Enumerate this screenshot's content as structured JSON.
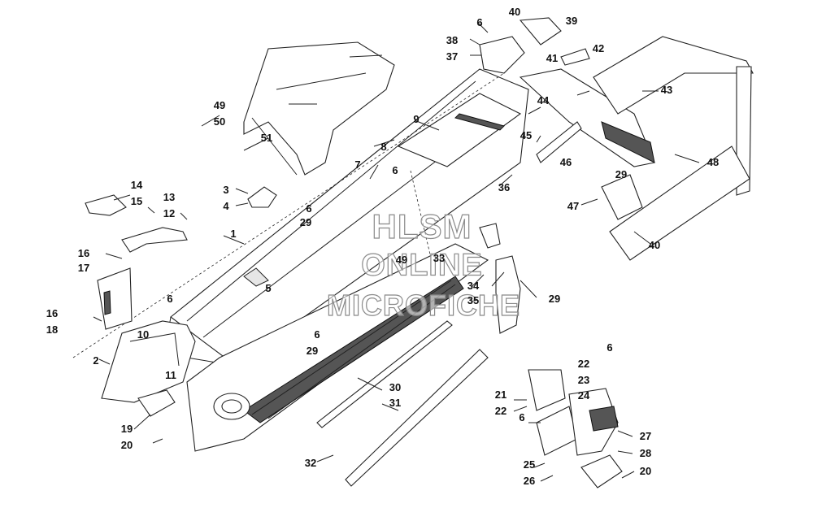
{
  "diagram": {
    "callouts": [
      "1",
      "2",
      "3",
      "4",
      "5",
      "6",
      "6",
      "6",
      "6",
      "6",
      "6",
      "6",
      "7",
      "8",
      "9",
      "10",
      "11",
      "12",
      "13",
      "14",
      "15",
      "16",
      "16",
      "17",
      "18",
      "19",
      "20",
      "20",
      "21",
      "22",
      "22",
      "23",
      "24",
      "25",
      "26",
      "27",
      "28",
      "29",
      "29",
      "29",
      "29",
      "30",
      "31",
      "32",
      "33",
      "34",
      "35",
      "36",
      "37",
      "38",
      "39",
      "40",
      "40",
      "41",
      "42",
      "43",
      "44",
      "45",
      "46",
      "47",
      "48",
      "49",
      "49",
      "50",
      "51"
    ]
  },
  "watermark": {
    "line1": "HLSM",
    "line2": "ONLINE",
    "line3": "MICROFICHE"
  },
  "colors": {
    "line": "#222222",
    "background": "#ffffff",
    "watermark_outline": "#8a8a8a"
  }
}
